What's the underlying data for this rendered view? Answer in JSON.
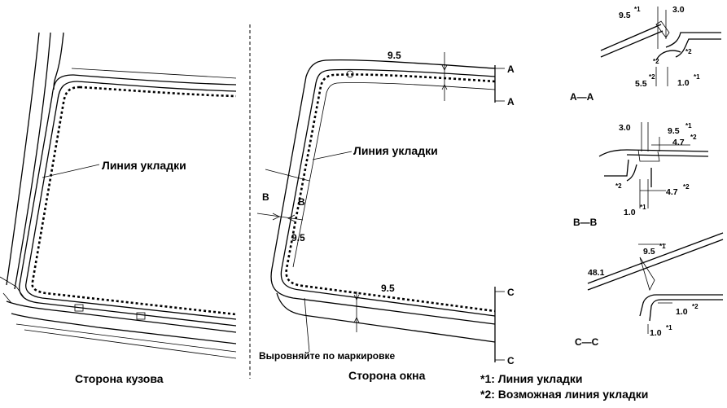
{
  "labels": {
    "installation_line": "Линия укладки",
    "align_with_marking": "Выровняйте по маркировке",
    "body_side": "Сторона кузова",
    "window_side": "Сторона окна",
    "section_a": "A—A",
    "section_b": "B—B",
    "section_c": "C—C",
    "letter_a": "A",
    "letter_b": "B",
    "letter_c": "C"
  },
  "dimensions": {
    "top": "9.5",
    "side": "9.5",
    "bottom": "9.5",
    "aa_95": "9.5",
    "aa_30": "3.0",
    "aa_55": "5.5",
    "aa_10": "1.0",
    "bb_30": "3.0",
    "bb_95": "9.5",
    "bb_47a": "4.7",
    "bb_47b": "4.7",
    "bb_10": "1.0",
    "cc_481": "48.1",
    "cc_95": "9.5",
    "cc_10a": "1.0",
    "cc_10b": "1.0"
  },
  "marks": {
    "note1": "*1",
    "note2": "*2"
  },
  "legend": {
    "note1": "*1: Линия укладки",
    "note2": "*2: Возможная линия укладки"
  }
}
